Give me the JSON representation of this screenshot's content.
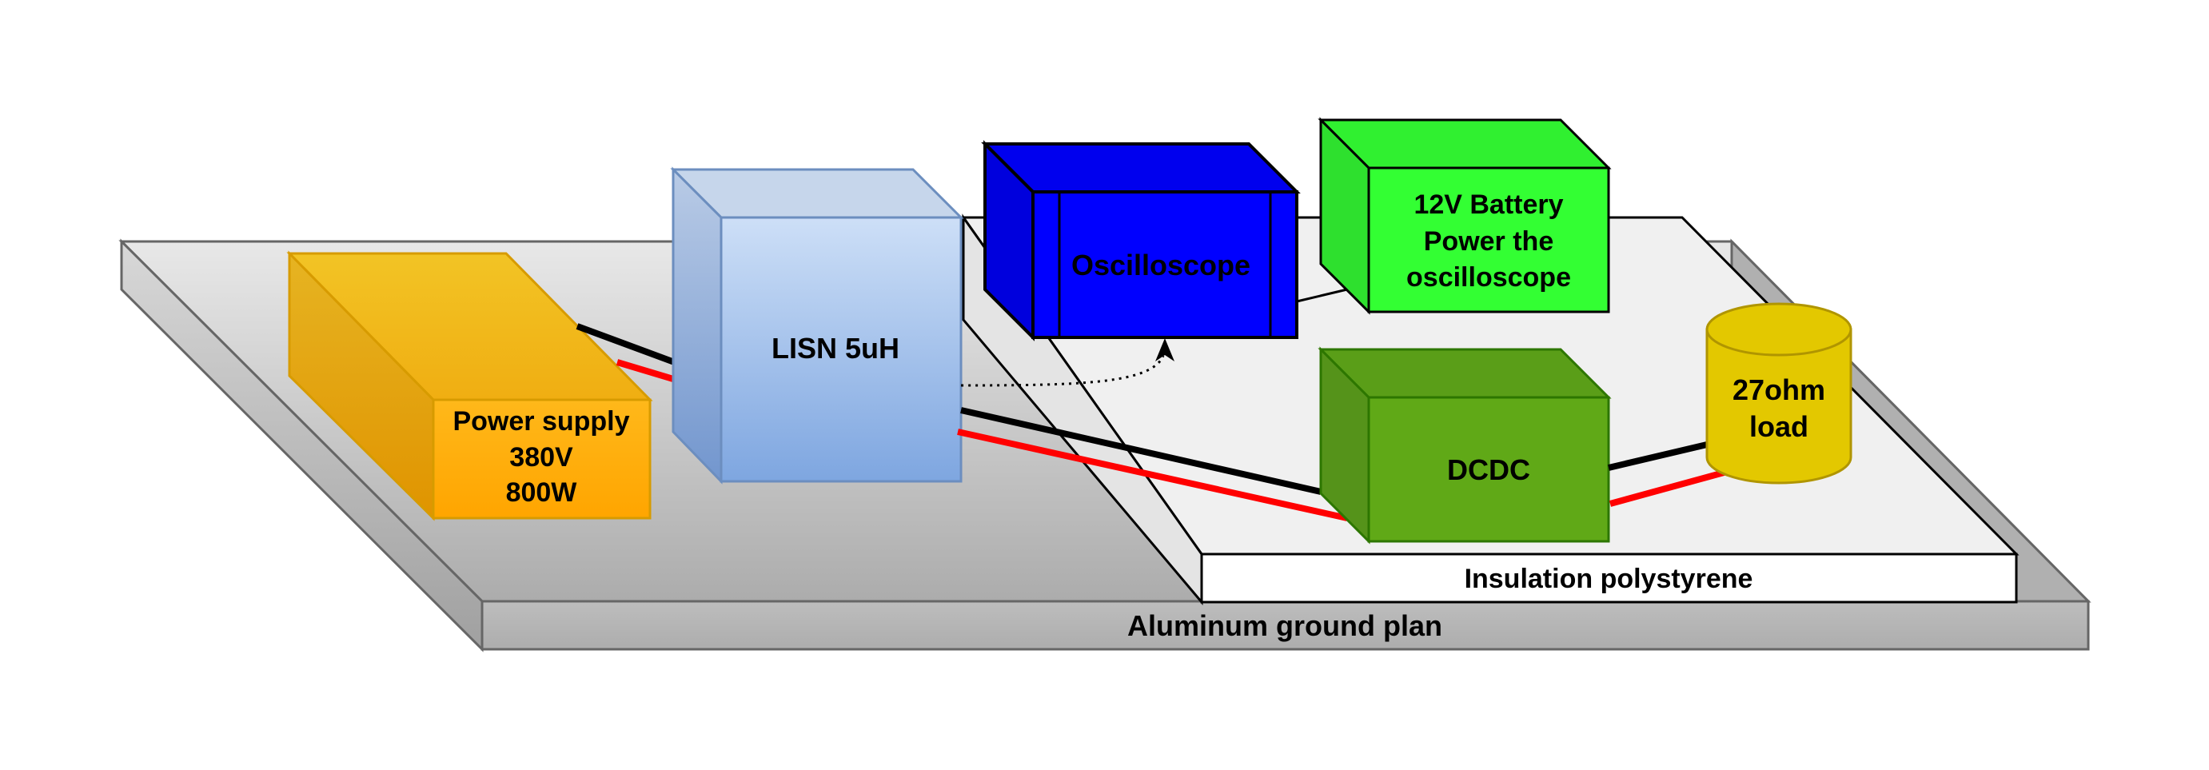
{
  "diagram": {
    "ground_plane": {
      "label": "Aluminum ground plan",
      "color": "#c4c4c4"
    },
    "insulation": {
      "label": "Insulation polystyrene",
      "color": "#f0f0f0"
    },
    "power_supply": {
      "lines": [
        "Power supply",
        "380V",
        "800W"
      ],
      "color": "#ffa500"
    },
    "lisn": {
      "label": "LISN 5uH",
      "color": "#7ea6e0"
    },
    "oscilloscope": {
      "label": "Oscilloscope",
      "color": "#0000ff"
    },
    "battery": {
      "lines": [
        "12V Battery",
        "Power the",
        "oscilloscope"
      ],
      "color": "#33ff33"
    },
    "dcdc": {
      "label": "DCDC",
      "color": "#60a917"
    },
    "load": {
      "lines": [
        "27ohm",
        "load"
      ],
      "color": "#e3c800"
    },
    "wires": {
      "negative_color": "#000000",
      "positive_color": "#ff0000"
    }
  }
}
